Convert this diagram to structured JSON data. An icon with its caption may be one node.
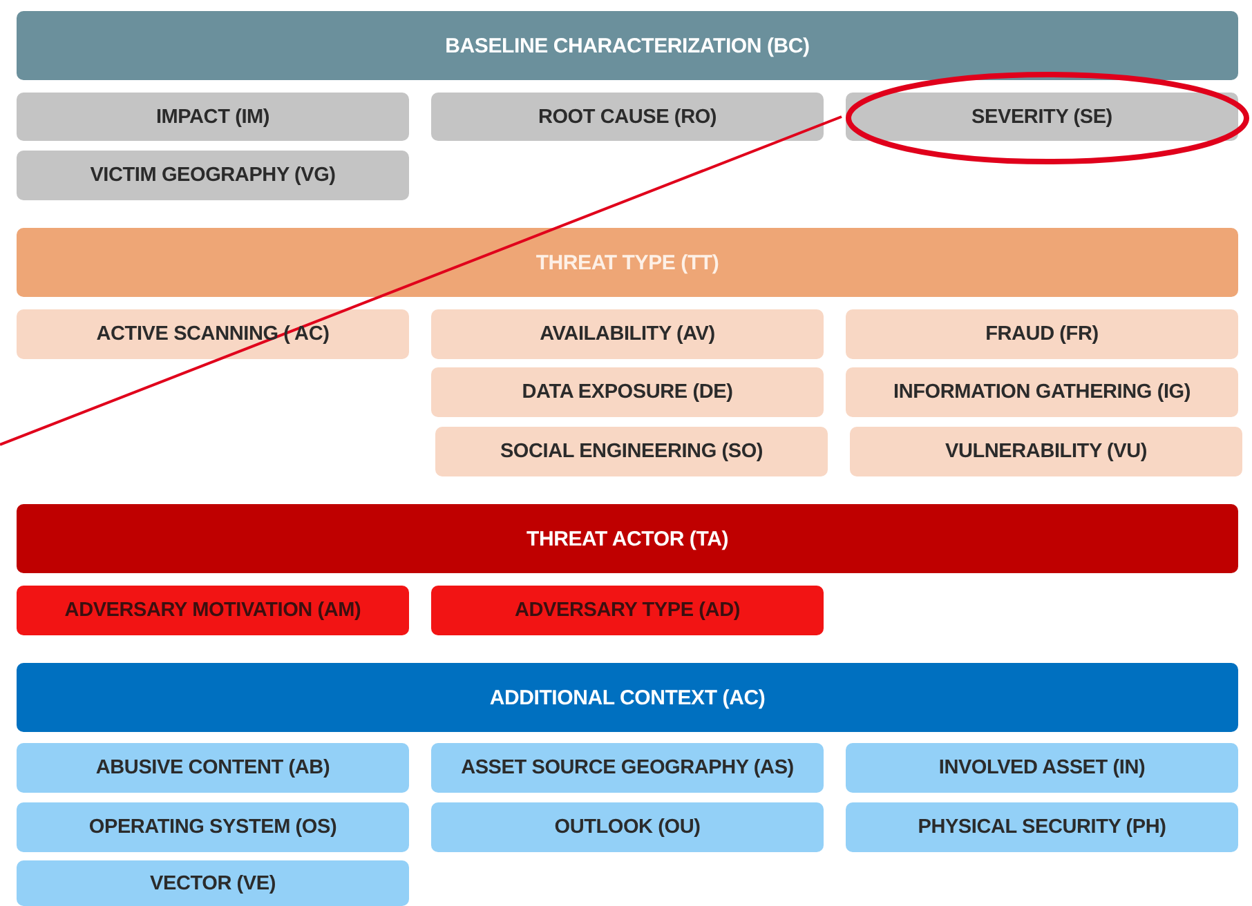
{
  "diagram": {
    "nodes": [
      {
        "text": [
          "BASELINE CHARACTERIZATION (BC)"
        ]
      },
      {
        "text": [
          "IMPACT (IM)"
        ]
      },
      {
        "text": [
          "ROOT CAUSE (RO)"
        ]
      },
      {
        "text": [
          "SEVERITY (SE)"
        ]
      },
      {
        "text": [
          "VICTIM GEOGRAPHY (VG)"
        ]
      },
      {
        "text": [
          "THREAT TYPE (TT)"
        ]
      },
      {
        "text": [
          "ACTIVE SCANNING ( AC)"
        ]
      },
      {
        "text": [
          "AVAILABILITY (AV)"
        ]
      },
      {
        "text": [
          "FRAUD (FR)"
        ]
      },
      {
        "text": [
          "DATA EXPOSURE (DE)"
        ]
      },
      {
        "text": [
          "INFORMATION GATHERING (IG)"
        ]
      },
      {
        "text": [
          "SOCIAL ENGINEERING (SO)"
        ]
      },
      {
        "text": [
          "VULNERABILITY (VU)"
        ]
      },
      {
        "text": [
          "THREAT ACTOR (TA)"
        ]
      },
      {
        "text": [
          "ADVERSARY MOTIVATION (AM)"
        ]
      },
      {
        "text": [
          "ADVERSARY TYPE (AD)"
        ]
      },
      {
        "text": [
          "ADDITIONAL CONTEXT (AC)"
        ]
      },
      {
        "text": [
          "ABUSIVE CONTENT (AB)"
        ]
      },
      {
        "text": [
          "ASSET SOURCE GEOGRAPHY (AS)"
        ]
      },
      {
        "text": [
          "INVOLVED ASSET (IN)"
        ]
      },
      {
        "text": [
          "OPERATING SYSTEM (OS)"
        ]
      },
      {
        "text": [
          "OUTLOOK (OU)"
        ]
      },
      {
        "text": [
          "PHYSICAL SECURITY (PH)"
        ]
      },
      {
        "text": [
          "VECTOR (VE)"
        ]
      }
    ],
    "edges": [
      {
        "from": null,
        "to": 3,
        "arrow": "none",
        "color": "#e0001b"
      }
    ]
  }
}
